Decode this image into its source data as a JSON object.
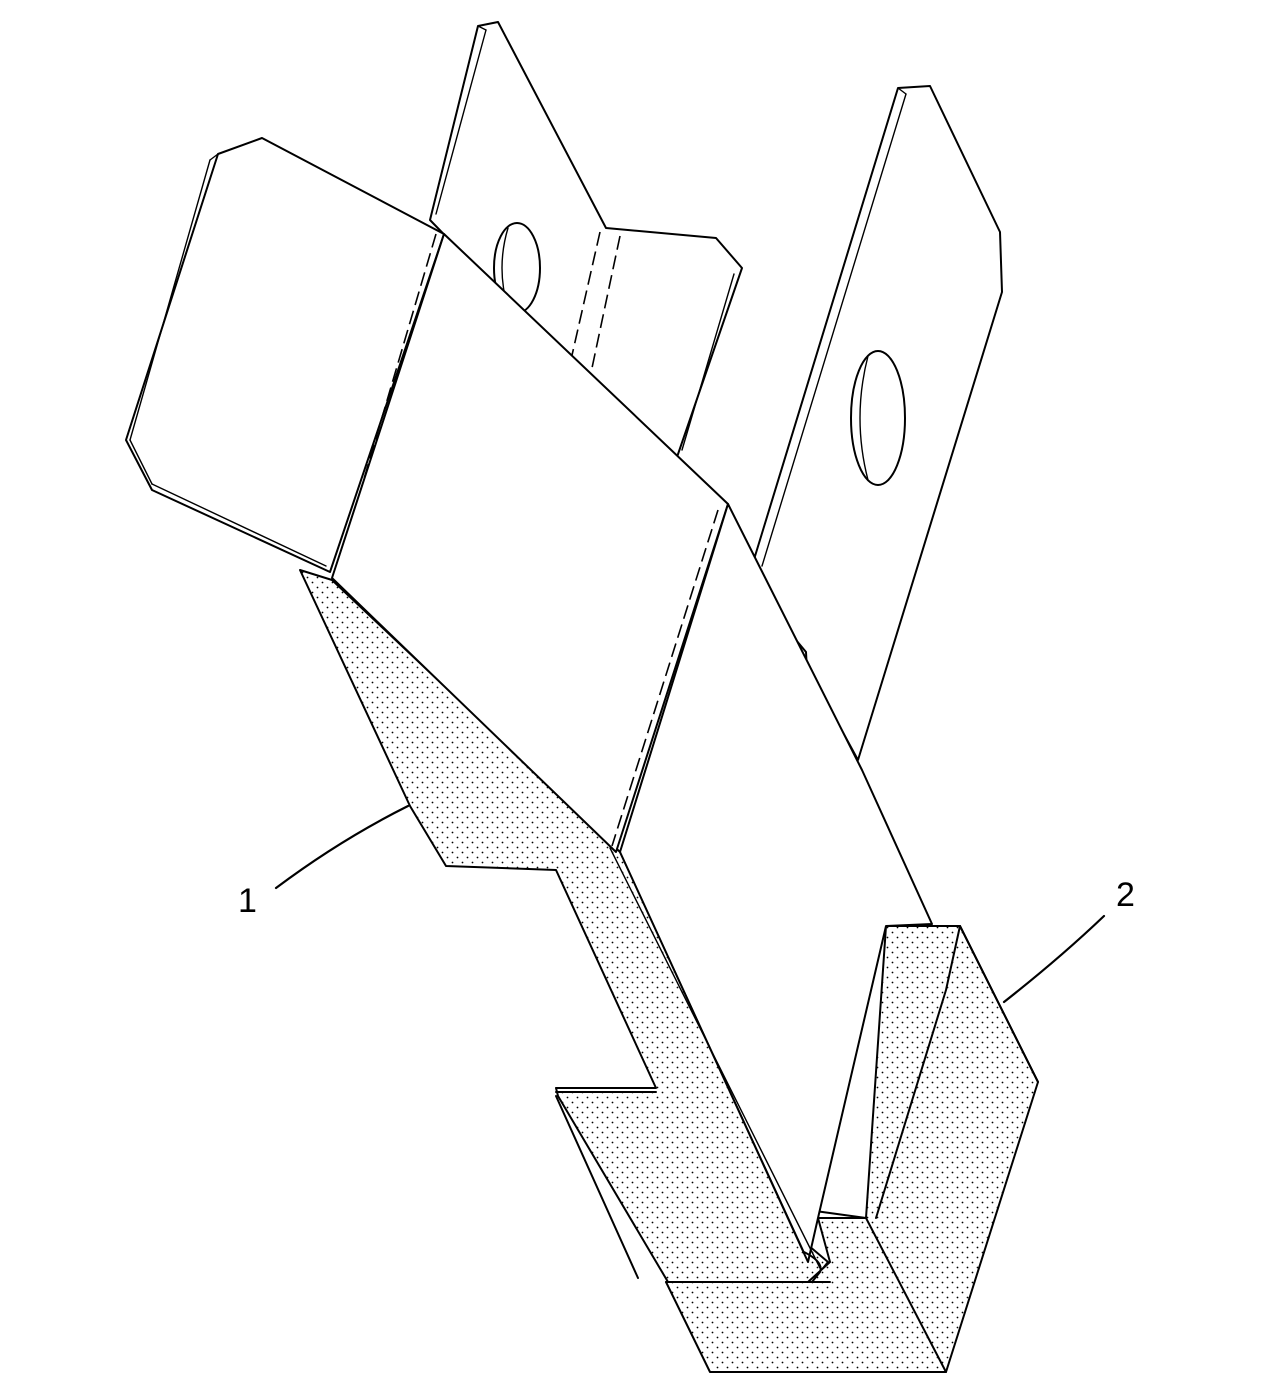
{
  "figure": {
    "labels": [
      {
        "id": "1",
        "text": "1"
      },
      {
        "id": "2",
        "text": "2"
      }
    ],
    "colors": {
      "line": "#000000",
      "background": "#ffffff",
      "stipple": "#000000"
    }
  }
}
